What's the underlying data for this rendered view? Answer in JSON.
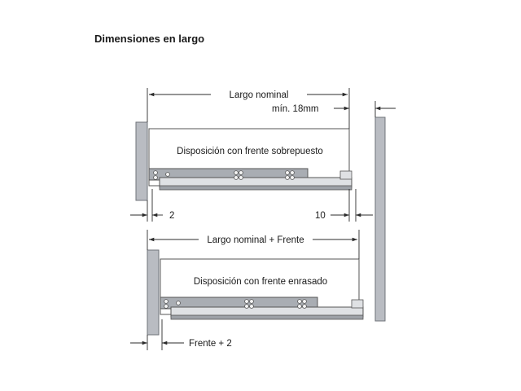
{
  "title": "Dimensiones en largo",
  "top": {
    "dim_main": "Largo nominal",
    "dim_min": "mín. 18mm",
    "box_label": "Disposición con frente sobrepuesto",
    "dim_left": "2",
    "dim_right": "10"
  },
  "bottom": {
    "dim_main": "Largo nominal + Frente",
    "box_label": "Disposición con frente enrasado",
    "dim_left": "Frente + 2"
  },
  "colors": {
    "panel_fill": "#b9bcc2",
    "panel_edge": "#6f737a",
    "rail_light": "#dfe1e4",
    "rail_mid": "#a9adb3",
    "line": "#2b2b2b"
  }
}
